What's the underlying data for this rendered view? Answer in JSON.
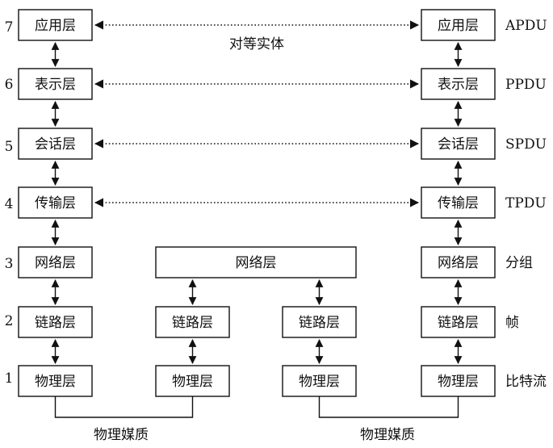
{
  "layer_numbers": [
    "7",
    "6",
    "5",
    "4",
    "3",
    "2",
    "1"
  ],
  "labels": {
    "application": "应用层",
    "presentation": "表示层",
    "session": "会话层",
    "transport": "传输层",
    "network": "网络层",
    "link": "链路层",
    "physical": "物理层"
  },
  "pdu_units": [
    "APDU",
    "PPDU",
    "SPDU",
    "TPDU",
    "分组",
    "帧",
    "比特流"
  ],
  "peer_label": "对等实体",
  "medium_label": "物理媒质"
}
